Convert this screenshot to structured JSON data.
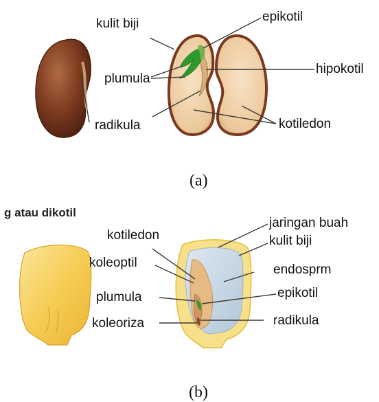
{
  "panel_a": {
    "labels": {
      "kulit_biji": "kulit biji",
      "epikotil": "epikotil",
      "plumula": "plumula",
      "hipokotil": "hipokotil",
      "radikula": "radikula",
      "kotiledon": "kotiledon"
    },
    "caption": "(a)"
  },
  "panel_b": {
    "cut_text": "g atau dikotil",
    "labels": {
      "jaringan_buah": "jaringan buah",
      "kotiledon": "kotiledon",
      "kulit_biji": "kulit biji",
      "koleoptil": "koleoptil",
      "endosprm": "endosprm",
      "plumula": "plumula",
      "epikotil": "epikotil",
      "koleoriza": "koleoriza",
      "radikula": "radikula"
    },
    "caption": "(b)"
  },
  "colors": {
    "bean_seed": "#7a3a1f",
    "cotyledon": "#efd0a8",
    "plumula_leaf": "#2e9a2e",
    "corn_kernel": "#f6cf5a",
    "endosperm": "#c7d8e6",
    "embryo": "#e3b27a"
  }
}
